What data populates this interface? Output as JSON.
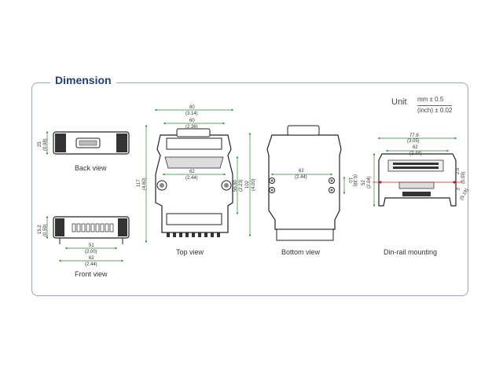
{
  "title": "Dimension",
  "unit": {
    "label": "Unit",
    "numerator": "mm ± 0.5",
    "denominator": "(inch) ± 0.02"
  },
  "views": {
    "back": "Back view",
    "front": "Front view",
    "top": "Top view",
    "bottom": "Bottom view",
    "din": "Din-rail mounting"
  },
  "dims": {
    "back_h": "25",
    "back_h_in": "(0.98)",
    "front_h": "15.2",
    "front_h_in": "(0.59)",
    "front_w1": "51",
    "front_w1_in": "(2.00)",
    "front_w2": "62",
    "front_w2_in": "(2.44)",
    "top_w": "80",
    "top_w_in": "(3.14)",
    "top_w2": "60",
    "top_w2_in": "(2.36)",
    "top_mid": "62",
    "top_mid_in": "(2.44)",
    "top_h": "117",
    "top_h_in": "(4.60)",
    "top_h2": "56.80",
    "top_h2_in": "(2.23)",
    "top_h3": "102",
    "top_h3_in": "(4.00)",
    "bot_w": "62",
    "bot_w_in": "(2.44)",
    "bot_h": "10",
    "bot_h_in": "(0.39)",
    "din_w": "77.6",
    "din_w_in": "(3.05)",
    "din_w2": "62",
    "din_w2_in": "(2.44)",
    "din_h": "52",
    "din_h_in": "(2.04)",
    "din_r": "2.5",
    "din_r_in": "(0.09)",
    "din_r2": "5",
    "din_r2_in": "(0.19)"
  }
}
